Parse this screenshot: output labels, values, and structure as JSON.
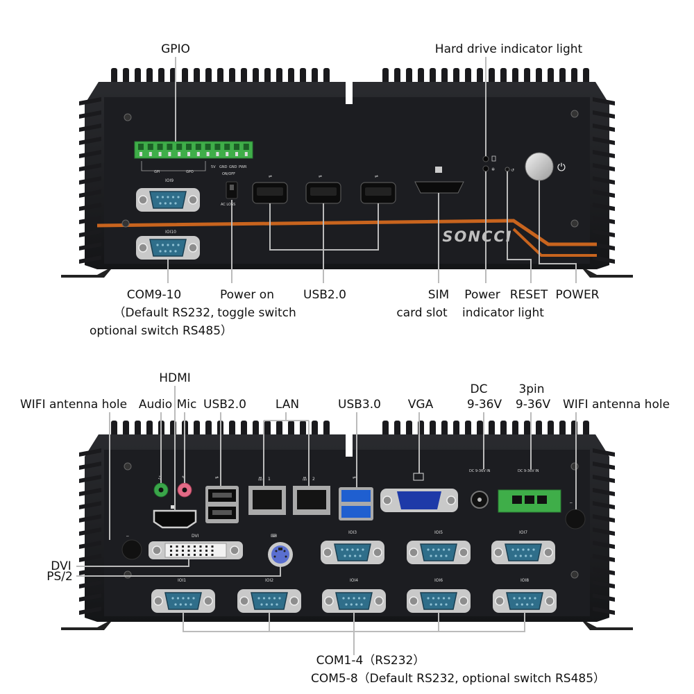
{
  "front": {
    "brand": "SONCCI",
    "labels": {
      "gpio": "GPIO",
      "hdd_light": "Hard drive indicator light",
      "com9_10": "COM9-10",
      "com9_10_sub1": "（Default RS232,",
      "com9_10_sub2": "optional switch RS485）",
      "power_toggle_1": "Power on",
      "power_toggle_2": "toggle switch",
      "usb20": "USB2.0",
      "sim_1": "SIM",
      "sim_2": "card slot",
      "power_light_1": "Power",
      "power_light_2": "indicator light",
      "reset": "RESET",
      "power": "POWER"
    },
    "panel_text": {
      "io9": "IOI9",
      "io10": "IOI10",
      "on_off": "ON/OFF",
      "ac_loss": "AC LOSS",
      "gpi": "GPI",
      "gpo": "GPO",
      "v5": "5V",
      "gnd1": "GND",
      "gnd2": "GND",
      "pwr": "PWR"
    }
  },
  "rear": {
    "labels": {
      "hdmi": "HDMI",
      "wifi_left": "WIFI antenna hole",
      "audio": "Audio",
      "mic": "Mic",
      "usb20": "USB2.0",
      "lan": "LAN",
      "usb30": "USB3.0",
      "vga": "VGA",
      "dc_1": "DC",
      "dc_2": "9-36V",
      "pin3_1": "3pin",
      "pin3_2": "9-36V",
      "wifi_right": "WIFI antenna hole",
      "dvi": "DVI",
      "ps2": "PS/2",
      "com1_4": "COM1-4（RS232）",
      "com5_8": "COM5-8（Default RS232, optional switch RS485）"
    },
    "panel_text": {
      "dvi": "DVI",
      "io1": "IOI1",
      "io2": "IOI2",
      "io3": "IOI3",
      "io4": "IOI4",
      "io5": "IOI5",
      "io6": "IOI6",
      "io7": "IOI7",
      "io8": "IOI8",
      "lan1": "1",
      "lan2": "2",
      "dc_small": "DC 9-36V IN",
      "pin3_small": "DC 9-36V IN"
    }
  },
  "colors": {
    "chassis": "#1b1c1f",
    "accent_orange": "#c8641e",
    "db9_blue": "#2f6e8a",
    "gpio_green": "#3fae49",
    "usb3_blue": "#1f5fd0",
    "vga_blue": "#1e3aa8",
    "audio_green": "#3aa54a",
    "mic_pink": "#e36a86",
    "ps2_purple": "#5a6fd0"
  }
}
